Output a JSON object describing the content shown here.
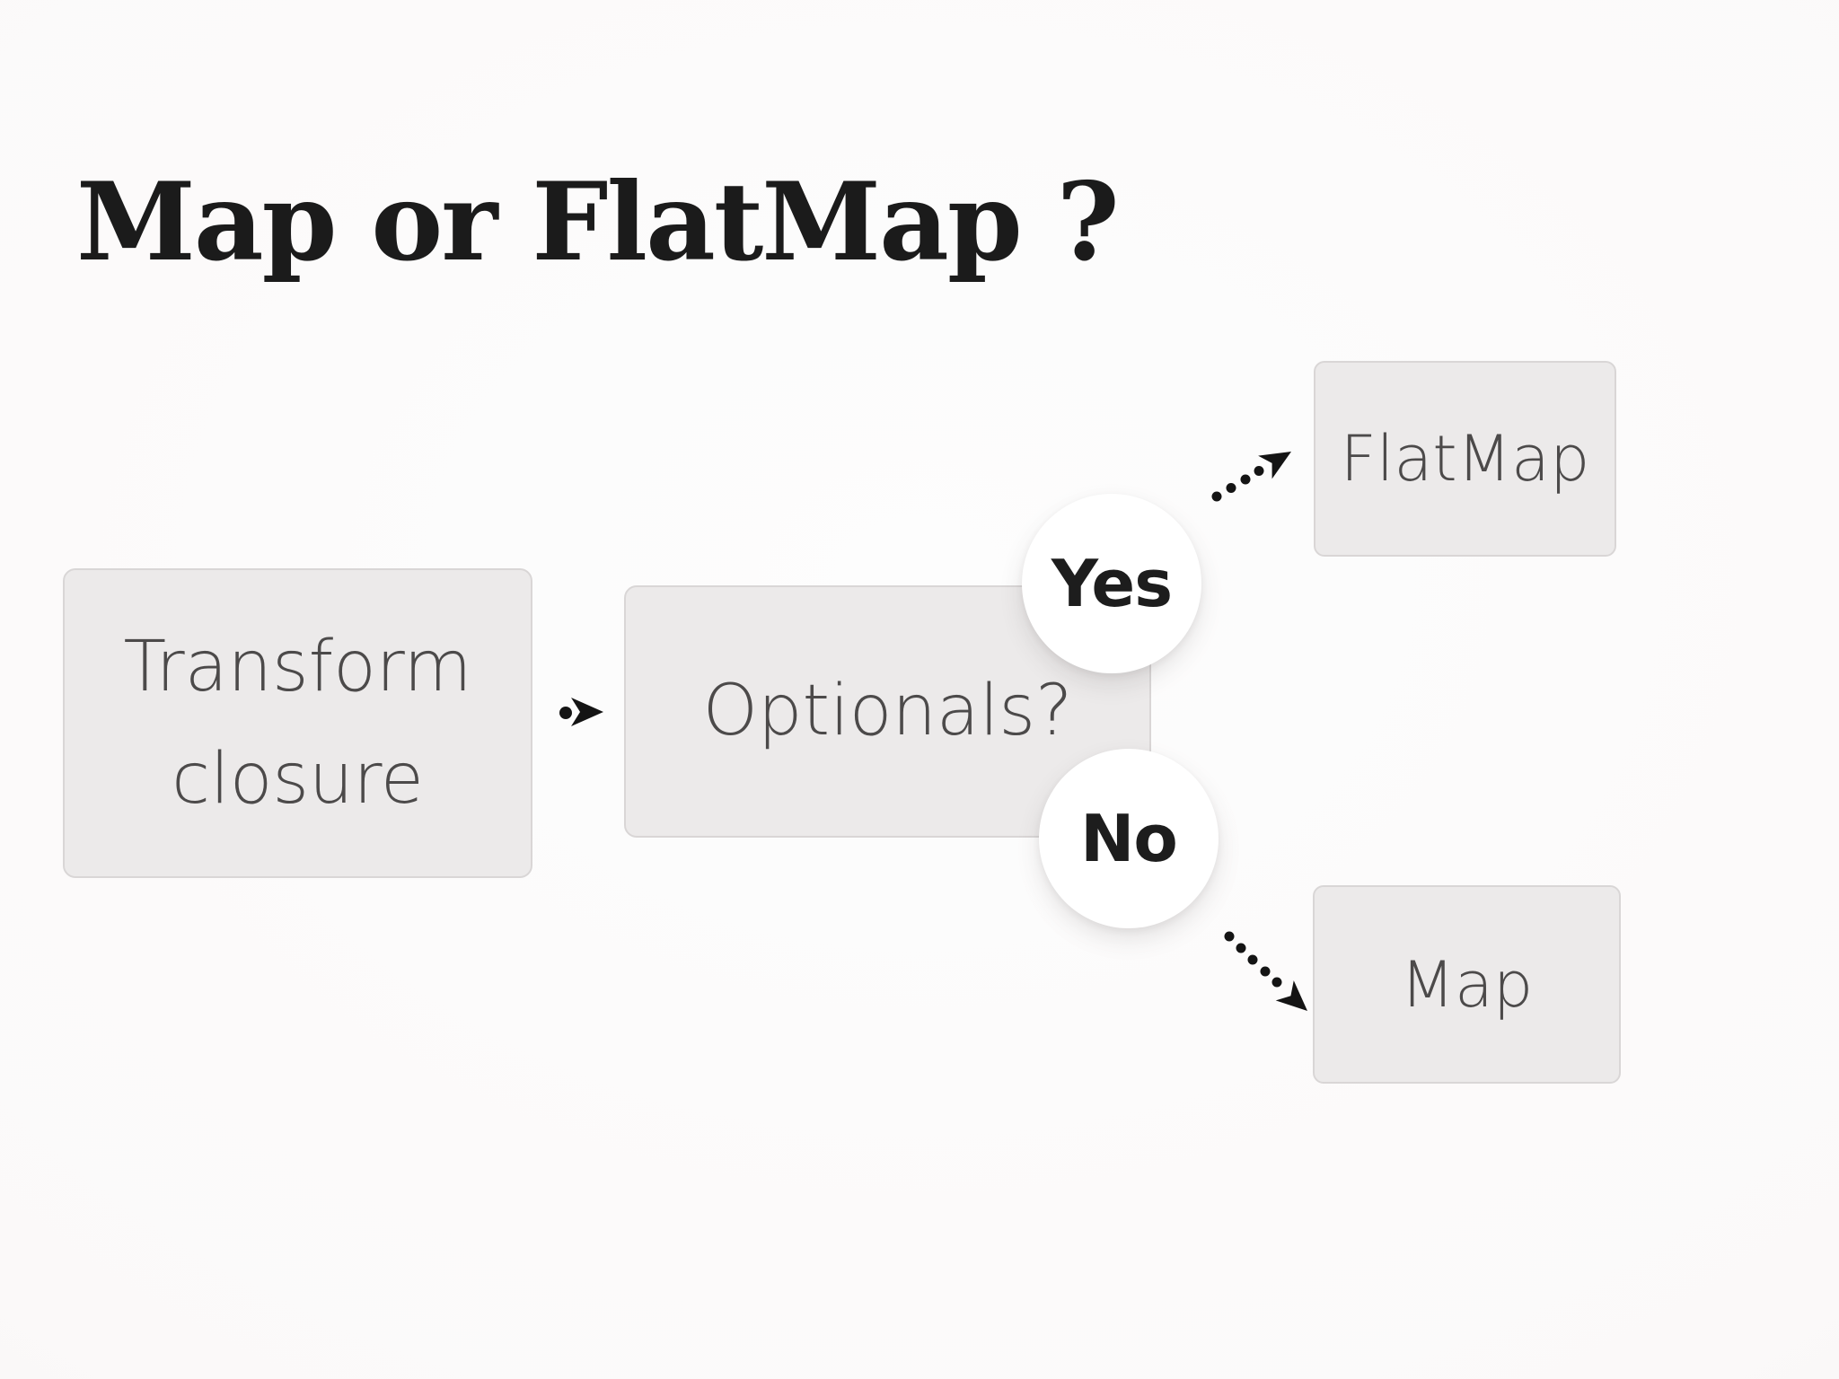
{
  "slide": {
    "title": "Map or FlatMap ?"
  },
  "flowchart": {
    "nodes": [
      {
        "id": "transform-closure",
        "label": "Transform closure"
      },
      {
        "id": "optionals",
        "label": "Optionals?"
      },
      {
        "id": "flatmap",
        "label": "FlatMap"
      },
      {
        "id": "map",
        "label": "Map"
      }
    ],
    "branches": [
      {
        "id": "yes",
        "label": "Yes",
        "target": "FlatMap"
      },
      {
        "id": "no",
        "label": "No",
        "target": "Map"
      }
    ],
    "connectors": [
      {
        "id": "flow-arrow",
        "from": "Transform closure",
        "to": "Optionals?",
        "style": "dotted"
      },
      {
        "id": "yes-arrow",
        "from": "Yes",
        "to": "FlatMap",
        "style": "dotted"
      },
      {
        "id": "no-arrow",
        "from": "No",
        "to": "Map",
        "style": "dotted"
      }
    ],
    "colors": {
      "background": "#fbf9f9",
      "node_fill": "#eceaea",
      "node_border": "#d9d6d6",
      "node_text": "#4c4a4a",
      "branch_fill": "#ffffff",
      "branch_text": "#1d1d1d",
      "arrow": "#141414",
      "title_text": "#1b1b1b"
    }
  }
}
